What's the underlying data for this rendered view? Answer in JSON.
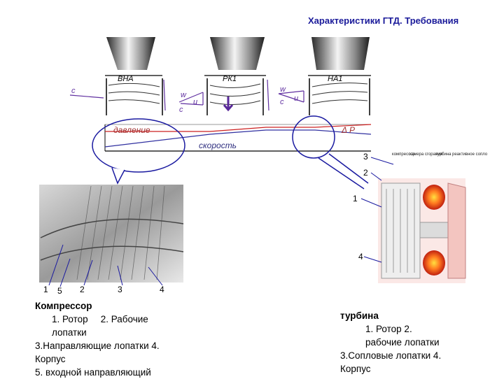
{
  "slide": {
    "title": "Характеристики ГТД. Требования"
  },
  "stages": {
    "vna": "ВНА",
    "rk1": "РК1",
    "na1": "НА1"
  },
  "vectors": {
    "c_left": "c",
    "w1": "w",
    "u1": "u",
    "c1": "c",
    "w2": "w",
    "u2": "u",
    "c2": "c"
  },
  "curves": {
    "pressure": "давление",
    "speed": "скорость",
    "delta_p": "Δ Р"
  },
  "turbine_section_labels": [
    "компрессор",
    "камера сгорания",
    "турбина",
    "реактивное сопло"
  ],
  "turbine_callouts": [
    "3",
    "2",
    "1",
    "4"
  ],
  "compressor_callouts": [
    "1",
    "5",
    "2",
    "3",
    "4"
  ],
  "compressor_caption": {
    "heading": "Компрессор",
    "line1a": "1. Ротор",
    "line1b": "2. Рабочие",
    "line2": "лопатки",
    "line3": "3.Направляющие лопатки 4.",
    "line4": "Корпус",
    "line5": "5. входной направляющий"
  },
  "turbine_caption": {
    "heading": "турбина",
    "line1": "1. Ротор   2.",
    "line2": "рабочие лопатки",
    "line3": "3.Сопловые лопатки 4.",
    "line4": "Корпус"
  },
  "colors": {
    "title": "#1a1a9a",
    "callout_lines": "#1a1aa0",
    "pressure_curve": "#cc2020",
    "speed_curve": "#3030a0",
    "flame": "#e05010"
  }
}
